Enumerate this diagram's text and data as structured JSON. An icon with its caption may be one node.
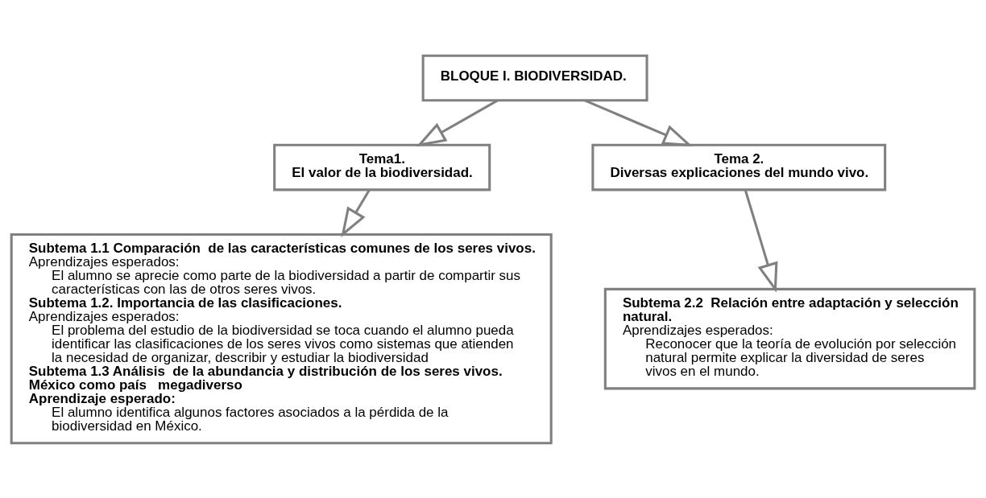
{
  "diagram": {
    "nodes": [
      {
        "text": [
          "BLOQUE I. BIODIVERSIDAD."
        ]
      },
      {
        "text": [
          "Tema1.",
          "El valor de la biodiversidad."
        ]
      },
      {
        "text": [
          "Subtema 1.1 Comparación  de las características comunes de los seres vivos.",
          "Aprendizajes esperados:",
          "El alumno se aprecie como parte de la biodiversidad a partir de compartir sus características con las de otros seres vivos.",
          "Subtema 1.2. Importancia de las clasificaciones.",
          "Aprendizajes esperados:",
          "El problema del estudio de la biodiversidad se toca cuando el alumno pueda identificar las clasificaciones de los seres vivos como sistemas que atienden la necesidad de organizar, describir y estudiar la biodiversidad",
          "Subtema 1.3 Análisis  de la abundancia y distribución de los seres vivos. México como país   megadiverso",
          "Aprendizaje esperado:",
          "El alumno identifica algunos factores asociados a la pérdida de la biodiversidad en México."
        ]
      },
      {
        "text": [
          "Tema 2.",
          "Diversas explicaciones del mundo vivo."
        ]
      },
      {
        "text": [
          "Subtema 2.2  Relación entre adaptación y selección natural.",
          "Aprendizajes esperados:",
          "Reconocer que la teoría de evolución por selección natural permite explicar la diversidad de seres vivos en el mundo."
        ]
      }
    ],
    "edges": [
      {
        "from": 0,
        "to": 1,
        "arrow": "to"
      },
      {
        "from": 0,
        "to": 3,
        "arrow": "to"
      },
      {
        "from": 1,
        "to": 2,
        "arrow": "to"
      },
      {
        "from": 3,
        "to": 4,
        "arrow": "to"
      }
    ]
  }
}
